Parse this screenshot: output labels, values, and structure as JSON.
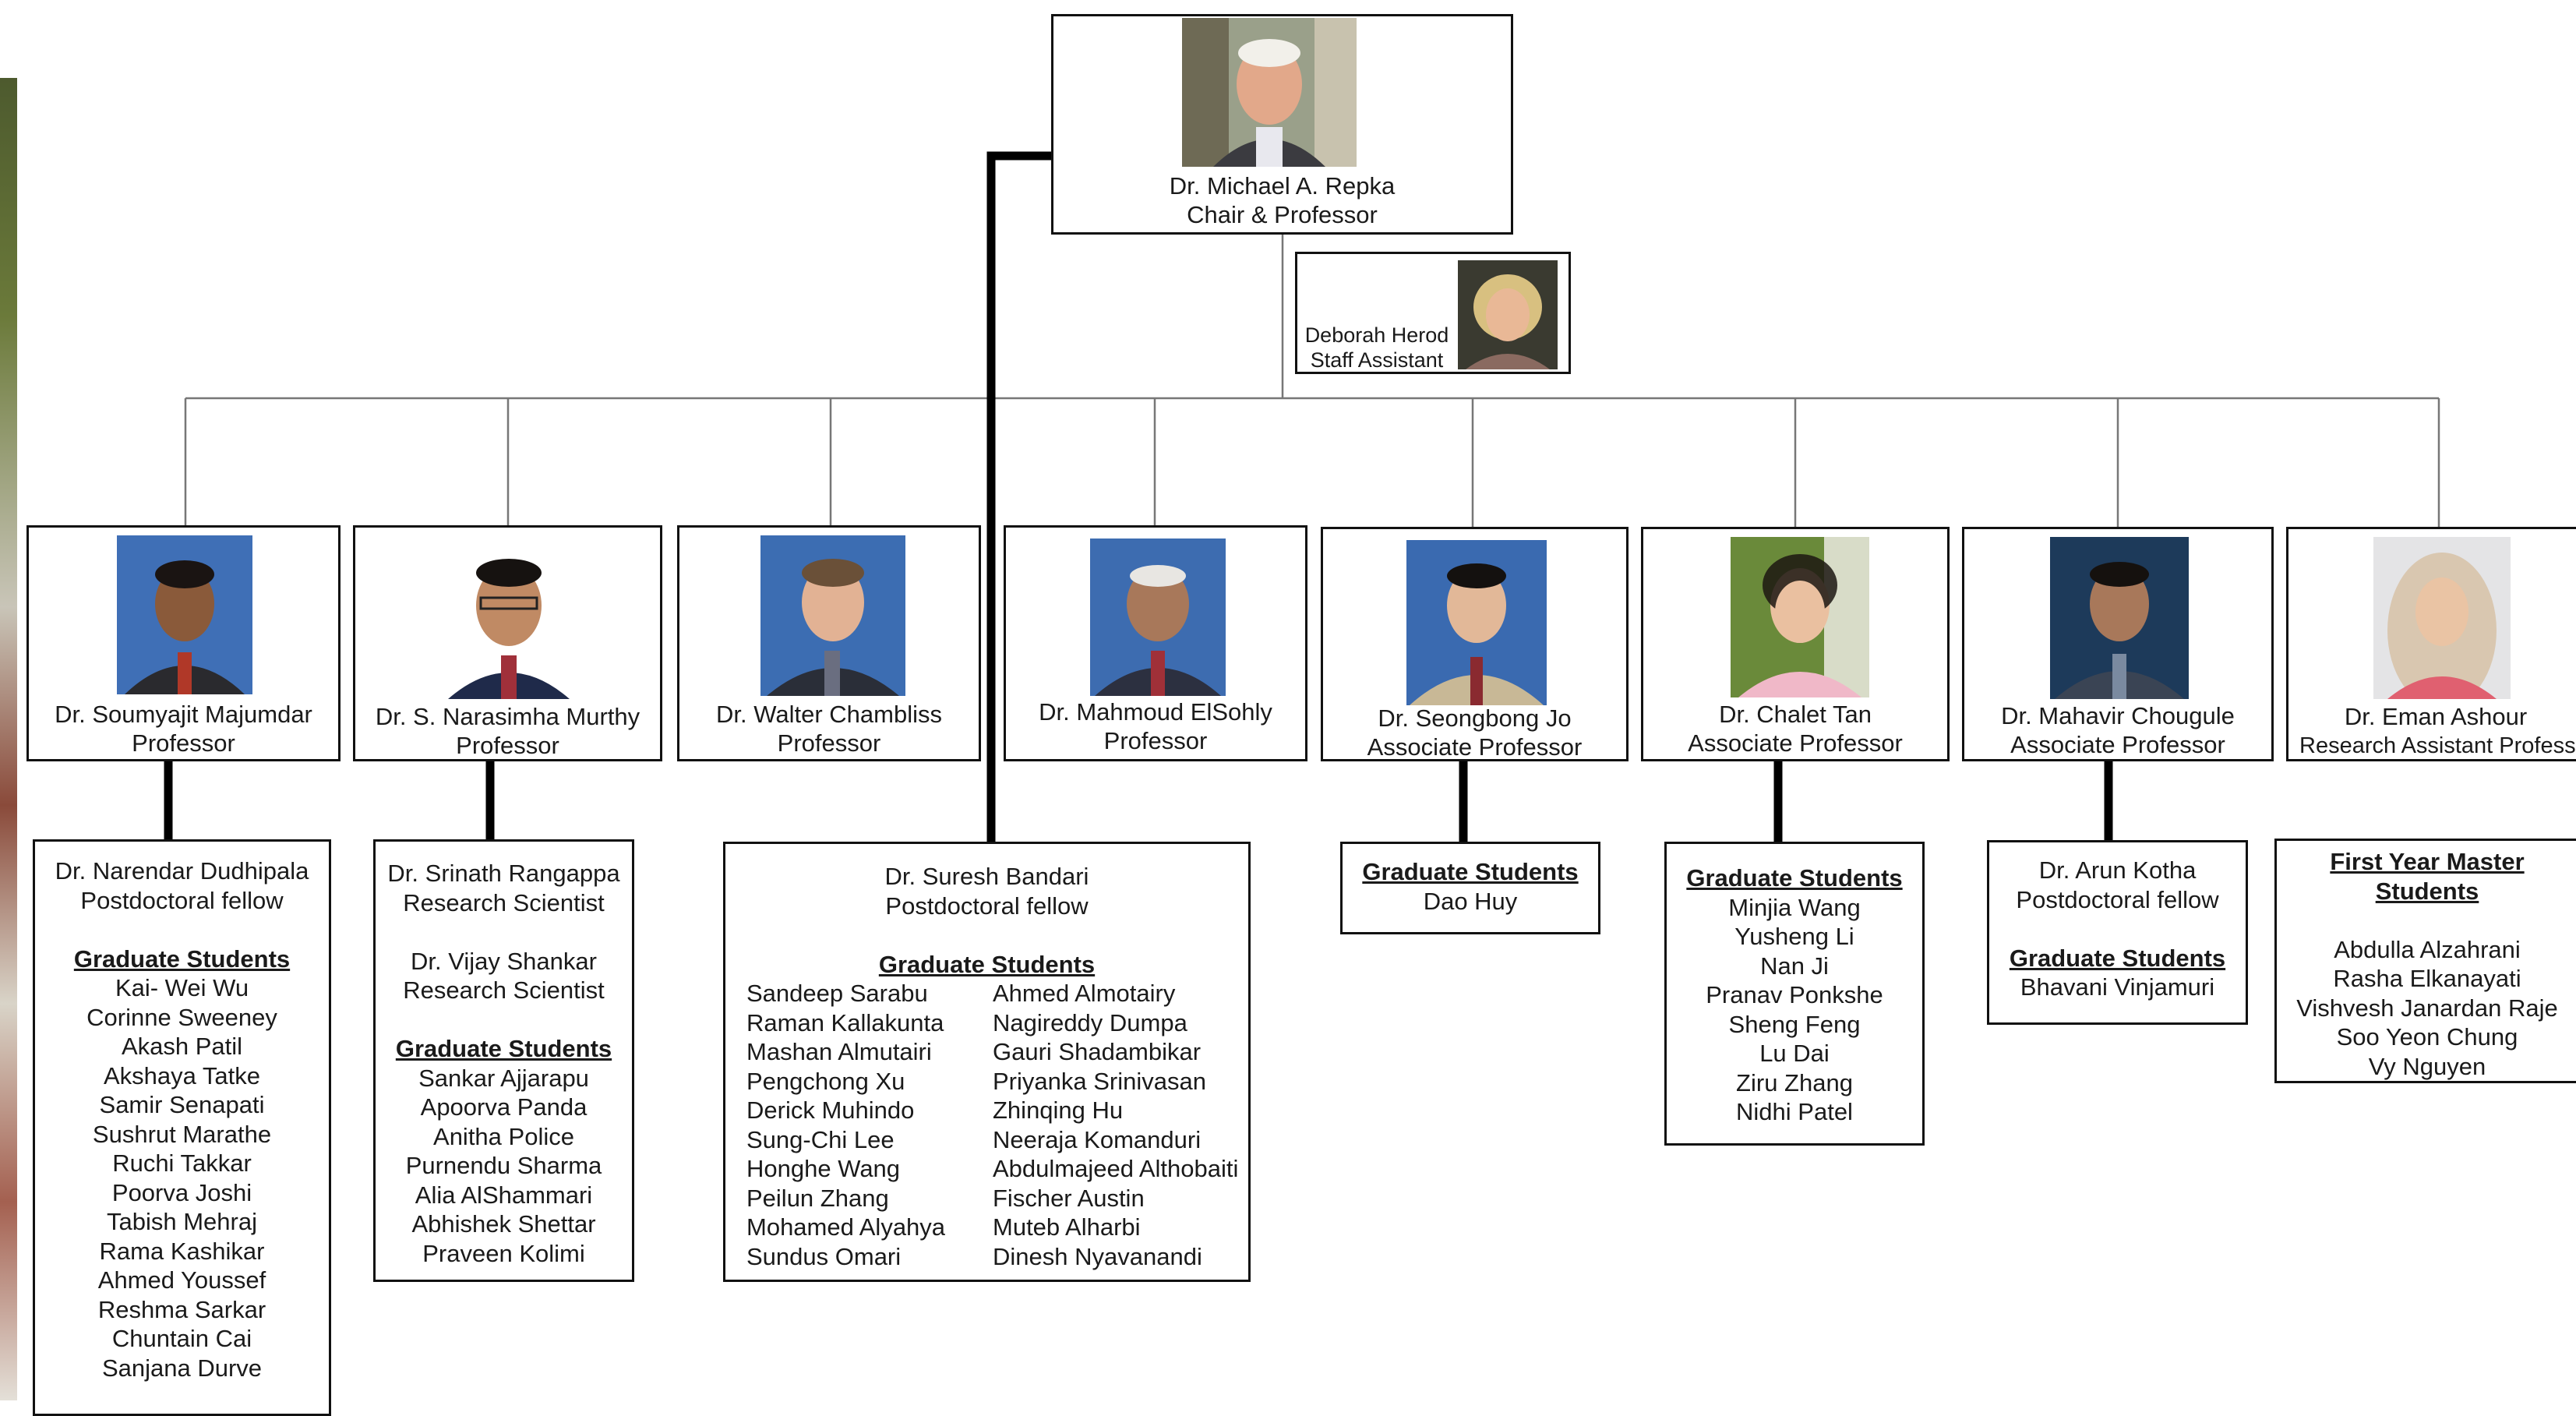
{
  "chair": {
    "name": "Dr. Michael A. Repka",
    "title": "Chair & Professor"
  },
  "staff": {
    "name": "Deborah Herod",
    "title": "Staff Assistant"
  },
  "faculty": [
    {
      "name": "Dr. Soumyajit Majumdar",
      "title": "Professor"
    },
    {
      "name": "Dr. S. Narasimha Murthy",
      "title": "Professor"
    },
    {
      "name": "Dr. Walter Chambliss",
      "title": "Professor"
    },
    {
      "name": "Dr. Mahmoud ElSohly",
      "title": "Professor"
    },
    {
      "name": "Dr. Seongbong Jo",
      "title": "Associate Professor"
    },
    {
      "name": "Dr. Chalet Tan",
      "title": "Associate Professor"
    },
    {
      "name": "Dr. Mahavir Chougule",
      "title": "Associate Professor"
    },
    {
      "name": "Dr. Eman Ashour",
      "title": "Research Assistant Professor"
    }
  ],
  "groups": {
    "majumdar": [
      "Dr. Narendar Dudhipala",
      "Postdoctoral fellow",
      "",
      "Graduate Students",
      "Kai- Wei Wu",
      "Corinne Sweeney",
      "Akash Patil",
      "Akshaya Tatke",
      "Samir Senapati",
      "Sushrut Marathe",
      "Ruchi Takkar",
      "Poorva Joshi",
      "Tabish Mehraj",
      "Rama Kashikar",
      "Ahmed Youssef",
      "Reshma Sarkar",
      "Chuntain Cai",
      "Sanjana Durve"
    ],
    "murthy": [
      "Dr. Srinath Rangappa",
      "Research Scientist",
      "",
      "Dr. Vijay Shankar",
      "Research Scientist",
      "",
      "Graduate Students",
      "Sankar Ajjarapu",
      "Apoorva Panda",
      "Anitha Police",
      "Purnendu Sharma",
      "Alia AlShammari",
      "Abhishek Shettar",
      "Praveen Kolimi"
    ],
    "repka": {
      "header": [
        "Dr. Suresh Bandari",
        "Postdoctoral fellow",
        "",
        "Graduate Students"
      ],
      "left": [
        "Sandeep Sarabu",
        "Raman Kallakunta",
        "Mashan Almutairi",
        "Pengchong Xu",
        "Derick Muhindo",
        "Sung-Chi Lee",
        "Honghe Wang",
        "Peilun Zhang",
        "Mohamed Alyahya",
        "Sundus Omari"
      ],
      "right": [
        "Ahmed Almotairy",
        "Nagireddy Dumpa",
        "Gauri Shadambikar",
        "Priyanka Srinivasan",
        "Zhinqing Hu",
        "Neeraja Komanduri",
        "Abdulmajeed Althobaiti",
        "Fischer Austin",
        "Muteb Alharbi",
        "Dinesh Nyavanandi"
      ]
    },
    "jo": [
      "Graduate Students",
      "Dao Huy"
    ],
    "tan": [
      "Graduate Students",
      "Minjia Wang",
      "Yusheng Li",
      "Nan Ji",
      "Pranav Ponkshe",
      "Sheng Feng",
      "Lu Dai",
      "Ziru Zhang",
      "Nidhi Patel"
    ],
    "chougule": [
      "Dr. Arun Kotha",
      "Postdoctoral fellow",
      "",
      "Graduate Students",
      "Bhavani Vinjamuri"
    ],
    "ashour": [
      "First Year Master",
      "Students",
      "",
      "Abdulla Alzahrani",
      "Rasha Elkanayati",
      "Vishvesh Janardan Raje",
      "Soo Yeon Chung",
      "Vy Nguyen"
    ]
  }
}
